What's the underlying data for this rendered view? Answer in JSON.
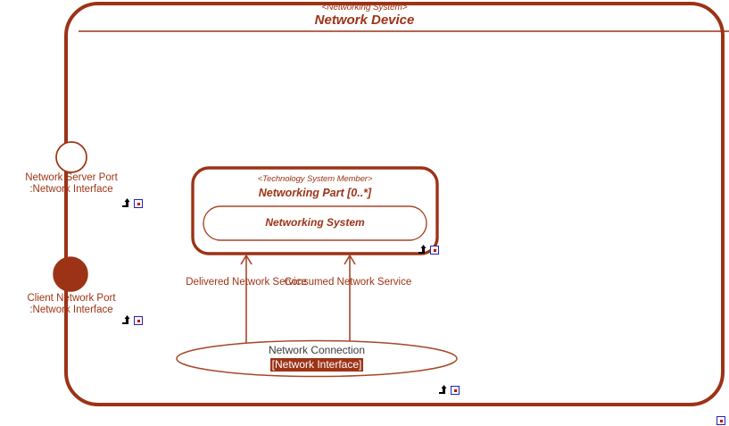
{
  "diagram": {
    "type": "sysml-internal-block-diagram",
    "colors": {
      "primary_line": "#9c3316",
      "thin_line": "#a6472a",
      "text_primary": "#9c3316",
      "text_neutral": "#3b3b3b",
      "highlight_bg": "#9c3316",
      "highlight_fg": "#ffffff",
      "canvas_bg": "#ffffff",
      "marker_arrow": "#000000",
      "marker_note_border": "#2222bb",
      "marker_note_dot": "#cc0000"
    },
    "block": {
      "stereotype": "<Networking System>",
      "name": "Network Device"
    },
    "part": {
      "stereotype": "<Technology System Member>",
      "name": "Networking Part [0..*]",
      "inner_name": "Networking System"
    },
    "ports": [
      {
        "id": "network-server-port",
        "name": "Network Server Port",
        "type": ":Network Interface",
        "label": "Network Server Port\n:Network Interface",
        "line1": "Network Server Port",
        "line2": ":Network Interface",
        "symbol": "hollow-circle"
      },
      {
        "id": "client-network-port",
        "name": "Client Network Port",
        "type": ":Network Interface",
        "label": "Client Network Port\n:Network Interface",
        "line1": "Client Network Port",
        "line2": ":Network Interface",
        "symbol": "filled-circle"
      }
    ],
    "connectors": [
      {
        "id": "delivered-network-service",
        "label": "Delivered Network Service",
        "arrow": "up"
      },
      {
        "id": "consumed-network-service",
        "label": "Consumed Network Service",
        "arrow": "up"
      }
    ],
    "connection": {
      "id": "network-connection",
      "name": "Network Connection",
      "type_label": "[Network Interface]",
      "type_label_selected": true
    },
    "markers": [
      {
        "id": "marker-server-port",
        "icons": [
          "anchor-arrow-icon",
          "note-square-icon"
        ]
      },
      {
        "id": "marker-client-port",
        "icons": [
          "anchor-arrow-icon",
          "note-square-icon"
        ]
      },
      {
        "id": "marker-part",
        "icons": [
          "anchor-arrow-icon",
          "note-square-icon"
        ]
      },
      {
        "id": "marker-connection",
        "icons": [
          "anchor-arrow-icon",
          "note-square-icon"
        ]
      },
      {
        "id": "marker-canvas",
        "icons": [
          "note-square-icon"
        ]
      }
    ]
  }
}
